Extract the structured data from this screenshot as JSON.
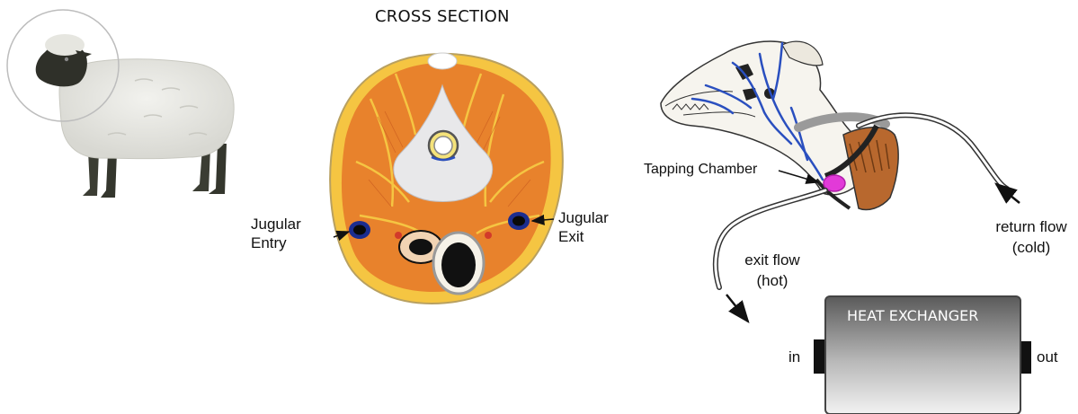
{
  "cross_section": {
    "title": "CROSS SECTION",
    "left_label": [
      "Jugular",
      "Entry"
    ],
    "right_label": [
      "Jugular",
      "Exit"
    ]
  },
  "head_diagram": {
    "tapping_chamber": "Tapping Chamber",
    "return_flow": [
      "return flow",
      "(cold)"
    ],
    "exit_flow": [
      "exit flow",
      "(hot)"
    ]
  },
  "heat_exchanger": {
    "title": "HEAT EXCHANGER",
    "inlet": "in",
    "outlet": "out"
  },
  "colors": {
    "muscle_orange": "#e8822c",
    "fat_yellow": "#f5c542",
    "vein_blue": "#2a4fbf",
    "chamber_magenta": "#e23ad8",
    "collar_brown": "#b8682e"
  }
}
